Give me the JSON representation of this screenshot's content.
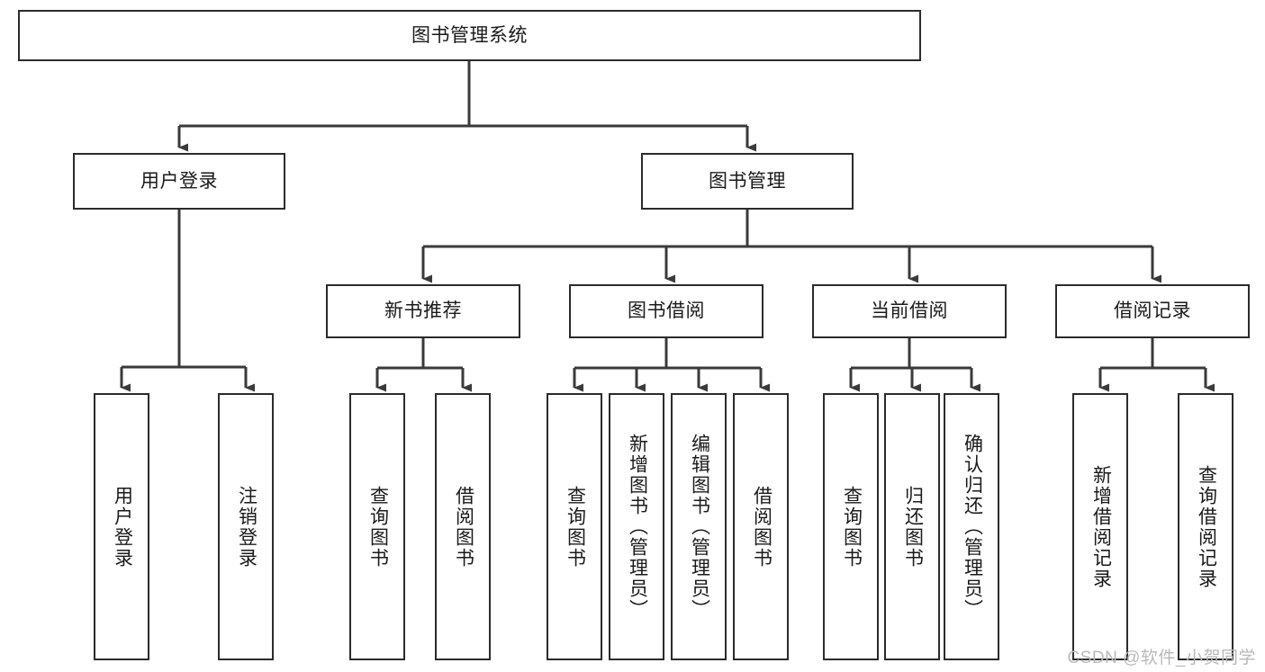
{
  "diagram": {
    "type": "tree",
    "title": "图书管理系统",
    "watermark": "CSDN @软件_小贺同学",
    "colors": {
      "box_border": "#2b2b2b",
      "box_fill": "#ffffff",
      "connector": "#3a3a3a",
      "text": "#1a1a1a",
      "watermark": "#b9b9b9"
    },
    "levels": {
      "root": {
        "label": "图书管理系统"
      },
      "level2": [
        {
          "label": "用户登录"
        },
        {
          "label": "图书管理"
        }
      ],
      "level3": [
        {
          "label": "新书推荐"
        },
        {
          "label": "图书借阅"
        },
        {
          "label": "当前借阅"
        },
        {
          "label": "借阅记录"
        }
      ]
    },
    "leaves": {
      "user_login": [
        {
          "label": "用户登录"
        },
        {
          "label": "注销登录"
        }
      ],
      "new_book_recommend": [
        {
          "label": "查询图书"
        },
        {
          "label": "借阅图书"
        }
      ],
      "book_borrow": [
        {
          "label": "查询图书"
        },
        {
          "label": "新增图书（管理员）"
        },
        {
          "label": "编辑图书（管理员）"
        },
        {
          "label": "借阅图书"
        }
      ],
      "current_borrow": [
        {
          "label": "查询图书"
        },
        {
          "label": "归还图书"
        },
        {
          "label": "确认归还（管理员）"
        }
      ],
      "borrow_record": [
        {
          "label": "新增借阅记录"
        },
        {
          "label": "查询借阅记录"
        }
      ]
    }
  }
}
